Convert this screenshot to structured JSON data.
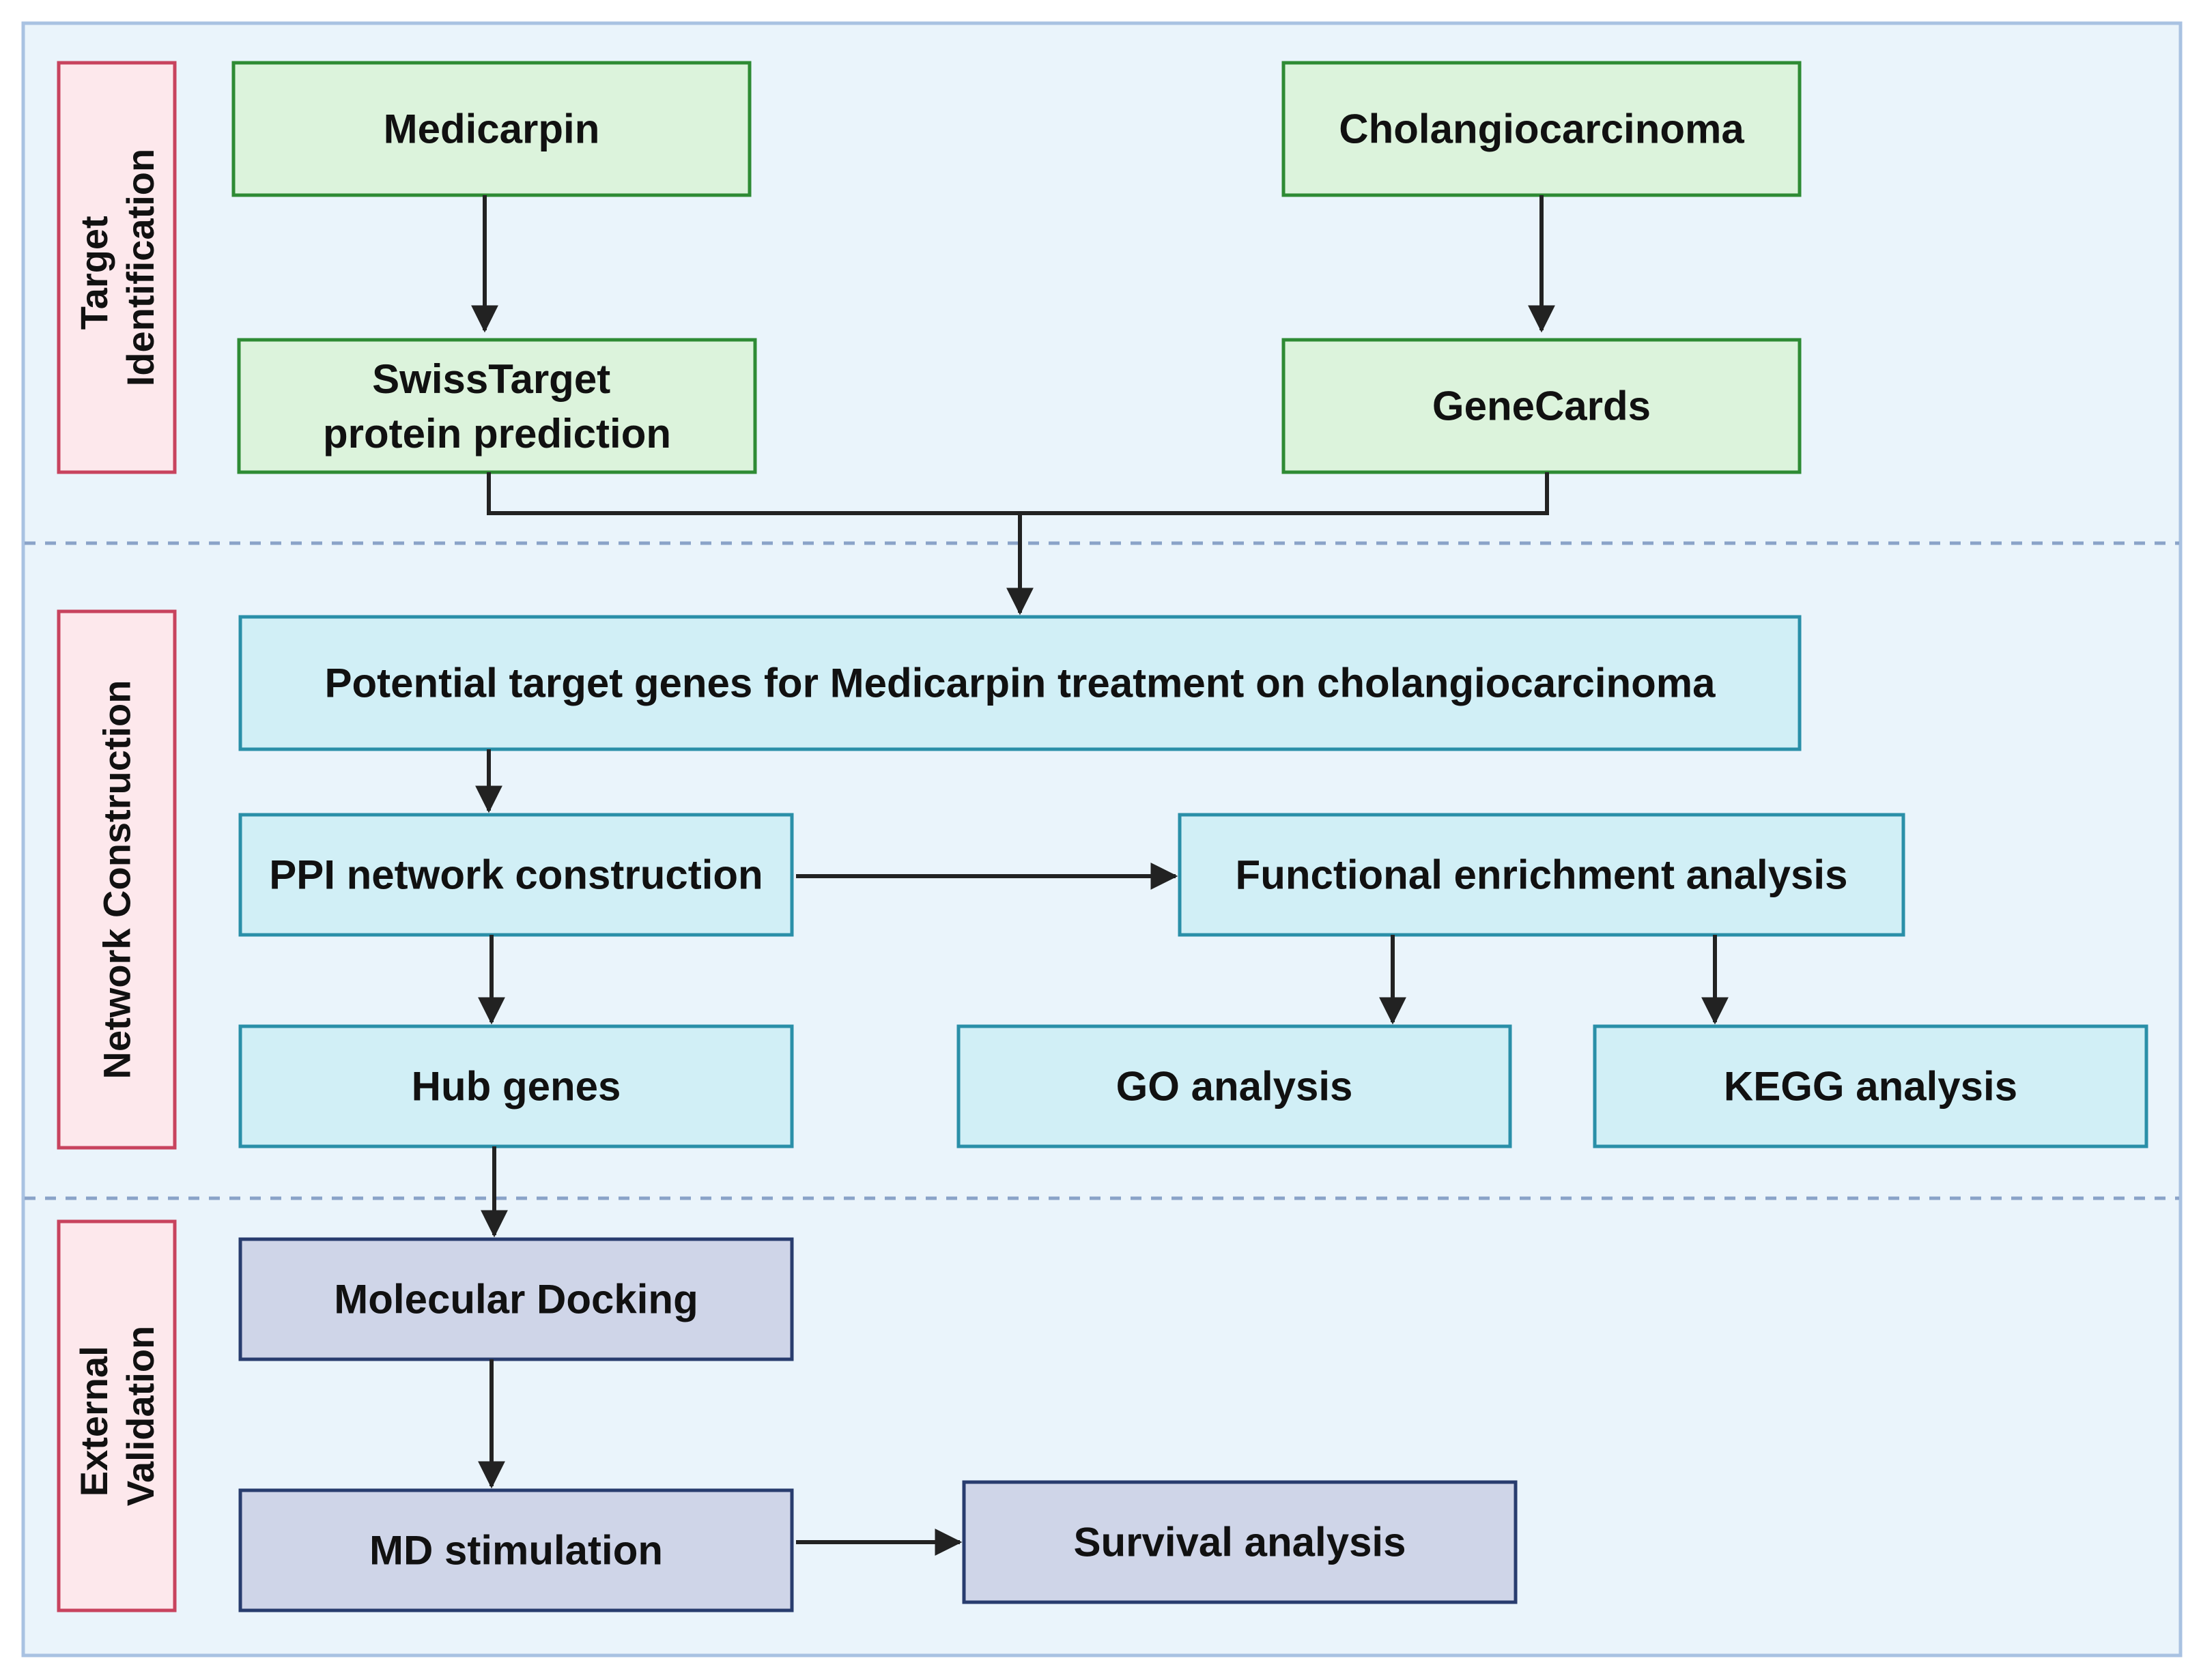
{
  "colors": {
    "page_bg": "#ffffff",
    "frame_bg": "#eaf4fb",
    "frame_border": "#a9c2e2",
    "divider": "#8aa3c8",
    "label_fill": "#fde8ec",
    "label_border": "#c8435e",
    "green_fill": "#dcf3dc",
    "green_border": "#2e8b34",
    "cyan_fill": "#d1eff6",
    "cyan_border": "#2a8fa8",
    "lavender_fill": "#cfd5e8",
    "lavender_border": "#283c6e",
    "arrow": "#222222"
  },
  "sections": {
    "target_identification": {
      "line1": "Target",
      "line2": "Identification"
    },
    "network_construction": {
      "label": "Network Construction"
    },
    "external_validation": {
      "line1": "External",
      "line2": "Validation"
    }
  },
  "boxes": {
    "medicarpin": "Medicarpin",
    "cholangiocarcinoma": "Cholangiocarcinoma",
    "swisstarget_line1": "SwissTarget",
    "swisstarget_line2": "protein prediction",
    "genecards": "GeneCards",
    "potential_targets": "Potential target genes for Medicarpin treatment on cholangiocarcinoma",
    "ppi_network": "PPI network construction",
    "functional_enrichment": "Functional enrichment analysis",
    "hub_genes": "Hub genes",
    "go_analysis": "GO analysis",
    "kegg_analysis": "KEGG analysis",
    "molecular_docking": "Molecular Docking",
    "md_stimulation": "MD stimulation",
    "survival_analysis": "Survival analysis"
  }
}
